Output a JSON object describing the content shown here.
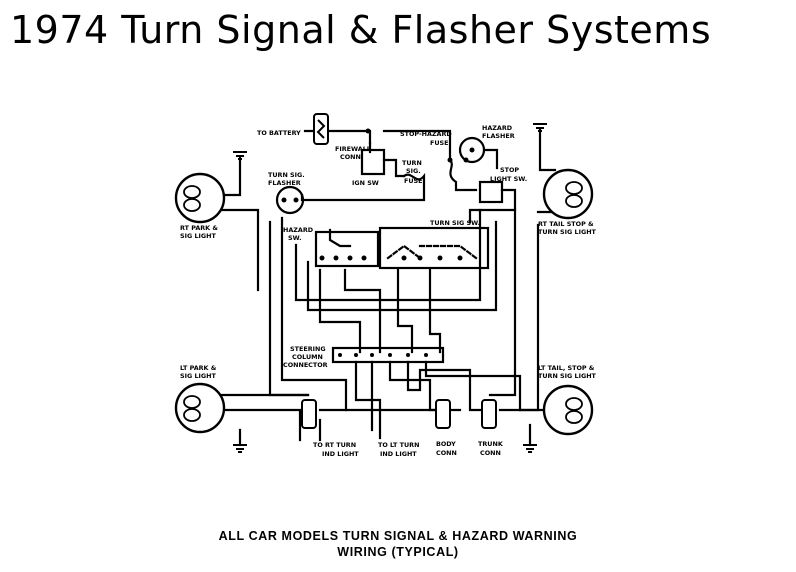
{
  "title": "1974 Turn Signal & Flasher Systems",
  "labels": {
    "to_battery": "TO BATTERY",
    "firewall_conn_1": "FIREWALL",
    "firewall_conn_2": "CONN",
    "stop_hazard_fuse_1": "STOP-HAZARD",
    "stop_hazard_fuse_2": "FUSE",
    "hazard_flasher_1": "HAZARD",
    "hazard_flasher_2": "FLASHER",
    "ign_sw": "IGN SW",
    "turn_sig_fuse_1": "TURN",
    "turn_sig_fuse_2": "SIG.",
    "turn_sig_fuse_3": "FUSE",
    "stop_light_sw_1": "STOP",
    "stop_light_sw_2": "LIGHT SW.",
    "turn_sig_flasher_1": "TURN SIG.",
    "turn_sig_flasher_2": "FLASHER",
    "rt_park_1": "RT PARK &",
    "rt_park_2": "SIG LIGHT",
    "rt_tail_1": "RT TAIL STOP &",
    "rt_tail_2": "TURN SIG LIGHT",
    "hazard_sw_1": "HAZARD",
    "hazard_sw_2": "SW.",
    "turn_sig_sw": "TURN SIG SW.",
    "steering_1": "STEERING",
    "steering_2": "COLUMN",
    "steering_3": "CONNECTOR",
    "lt_park_1": "LT PARK &",
    "lt_park_2": "SIG LIGHT",
    "lt_tail_1": "LT TAIL, STOP &",
    "lt_tail_2": "TURN SIG LIGHT",
    "to_rt_turn_1": "TO RT  TURN",
    "to_rt_turn_2": "IND LIGHT",
    "to_lt_turn_1": "TO LT  TURN",
    "to_lt_turn_2": "IND LIGHT",
    "body_conn_1": "BODY",
    "body_conn_2": "CONN",
    "trunk_conn_1": "TRUNK",
    "trunk_conn_2": "CONN"
  },
  "caption": {
    "line1": "ALL CAR MODELS TURN SIGNAL & HAZARD WARNING",
    "line2": "WIRING (TYPICAL)"
  }
}
